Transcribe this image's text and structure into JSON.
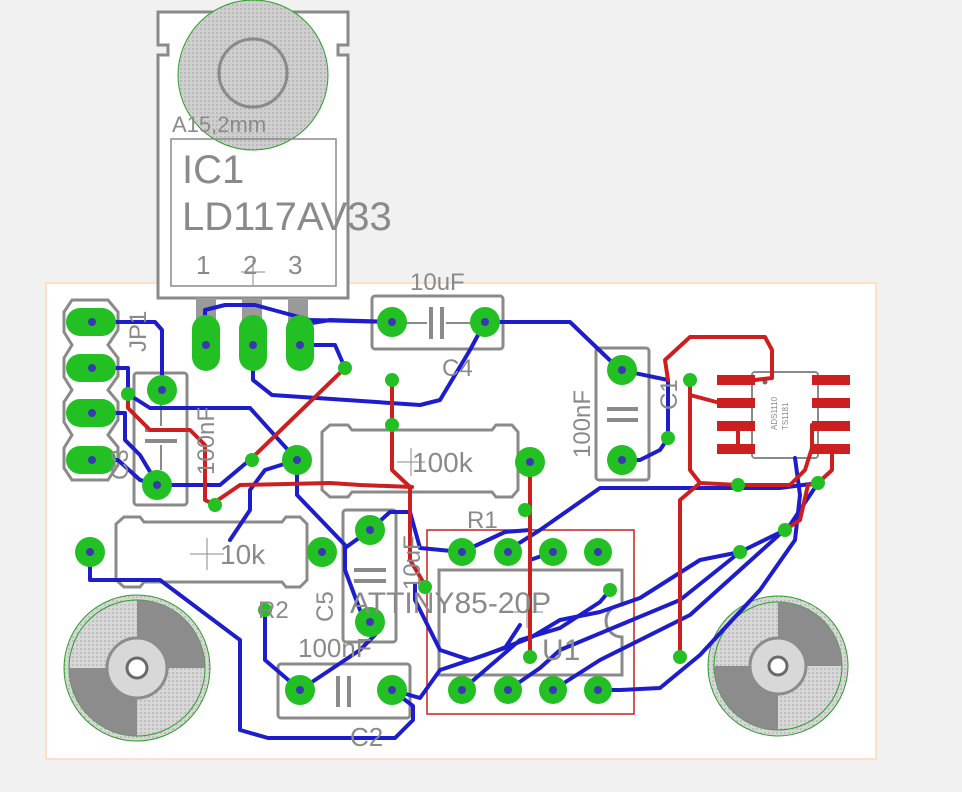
{
  "board": {
    "title": "PCB layout",
    "colors": {
      "background": "#f1f1f1",
      "board": "#ffffff",
      "board_outline": "#ffe0c0",
      "silk": "#8a8a8a",
      "pad": "#22c022",
      "top_trace": "#cc1f1f",
      "bottom_trace": "#1d1dcc",
      "hole": "#4a4a4a"
    }
  },
  "components": {
    "ic1": {
      "package": "A15,2mm",
      "name": "IC1",
      "value": "LD117AV33",
      "pins": [
        "1",
        "2",
        "3"
      ]
    },
    "jp1": {
      "name": "JP1"
    },
    "c3": {
      "name": "C3",
      "value": "100nF"
    },
    "c4": {
      "name": "C4",
      "value": "10uF"
    },
    "c1": {
      "name": "C1",
      "value": "100nF"
    },
    "c5": {
      "name": "C5",
      "value": "10uF"
    },
    "c2": {
      "name": "C2",
      "value": "100nF"
    },
    "r1": {
      "name": "R1",
      "value": "100k"
    },
    "r2": {
      "name": "R2",
      "value": "10k"
    },
    "u1": {
      "name": "U1",
      "value": "ATTINY85-20P"
    },
    "smd": {
      "name": "ADS1110",
      "value": "TS1181"
    }
  }
}
